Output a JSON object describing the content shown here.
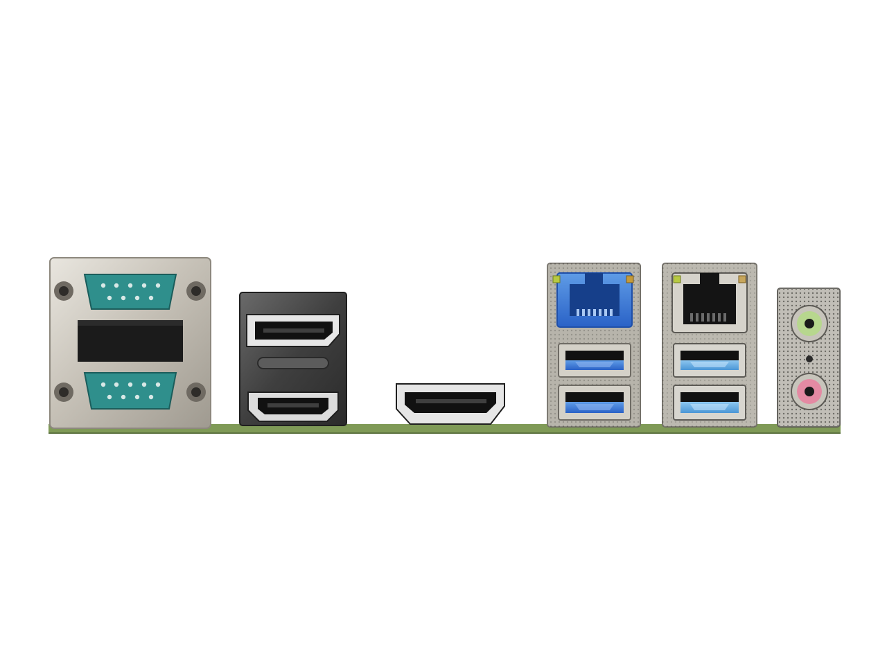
{
  "photo": {
    "subject": "",
    "colors": {
      "background": "#ffffff",
      "pcb": "#7f9a57",
      "serial": "#2f8f8c",
      "usb3_blue": "#2f6fd6",
      "usb_light_blue": "#5aa7de",
      "audio_green": "#b7d78e",
      "audio_pink": "#e48aa3",
      "led_green": "#b7c942",
      "led_orange": "#c49a3a"
    },
    "ports": [
      {
        "name": "serial-com-port-top"
      },
      {
        "name": "serial-com-port-bottom"
      },
      {
        "name": "displayport-top"
      },
      {
        "name": "hdmi-port"
      },
      {
        "name": "displayport-bottom"
      },
      {
        "name": "rj45-blue"
      },
      {
        "name": "usb-blue-top"
      },
      {
        "name": "usb-blue-bottom"
      },
      {
        "name": "rj45-silver"
      },
      {
        "name": "usb-silver-top"
      },
      {
        "name": "usb-silver-bottom"
      },
      {
        "name": "audio-line-in"
      },
      {
        "name": "audio-mic"
      }
    ]
  }
}
